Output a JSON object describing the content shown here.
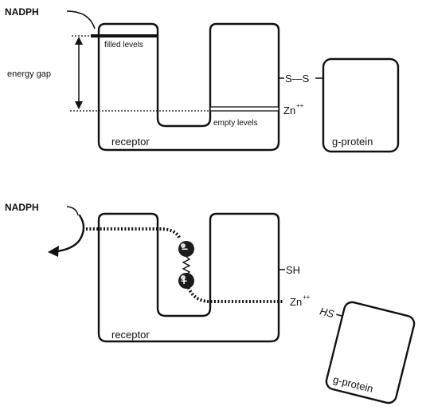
{
  "top_panel": {
    "nadph": "NADPH",
    "filled_levels": "filled levels",
    "energy_gap": "energy gap",
    "empty_levels": "empty levels",
    "receptor": "receptor",
    "disulfide": "S—S",
    "zn": "Zn",
    "zn_charge": "++",
    "gprotein": "g-protein"
  },
  "bottom_panel": {
    "nadph": "NADPH",
    "receptor": "receptor",
    "sh": "SH",
    "zn": "Zn",
    "zn_charge": "++",
    "hs": "HS",
    "gprotein": "g-protein",
    "minus_sign": "−",
    "plus_sign": "+"
  }
}
